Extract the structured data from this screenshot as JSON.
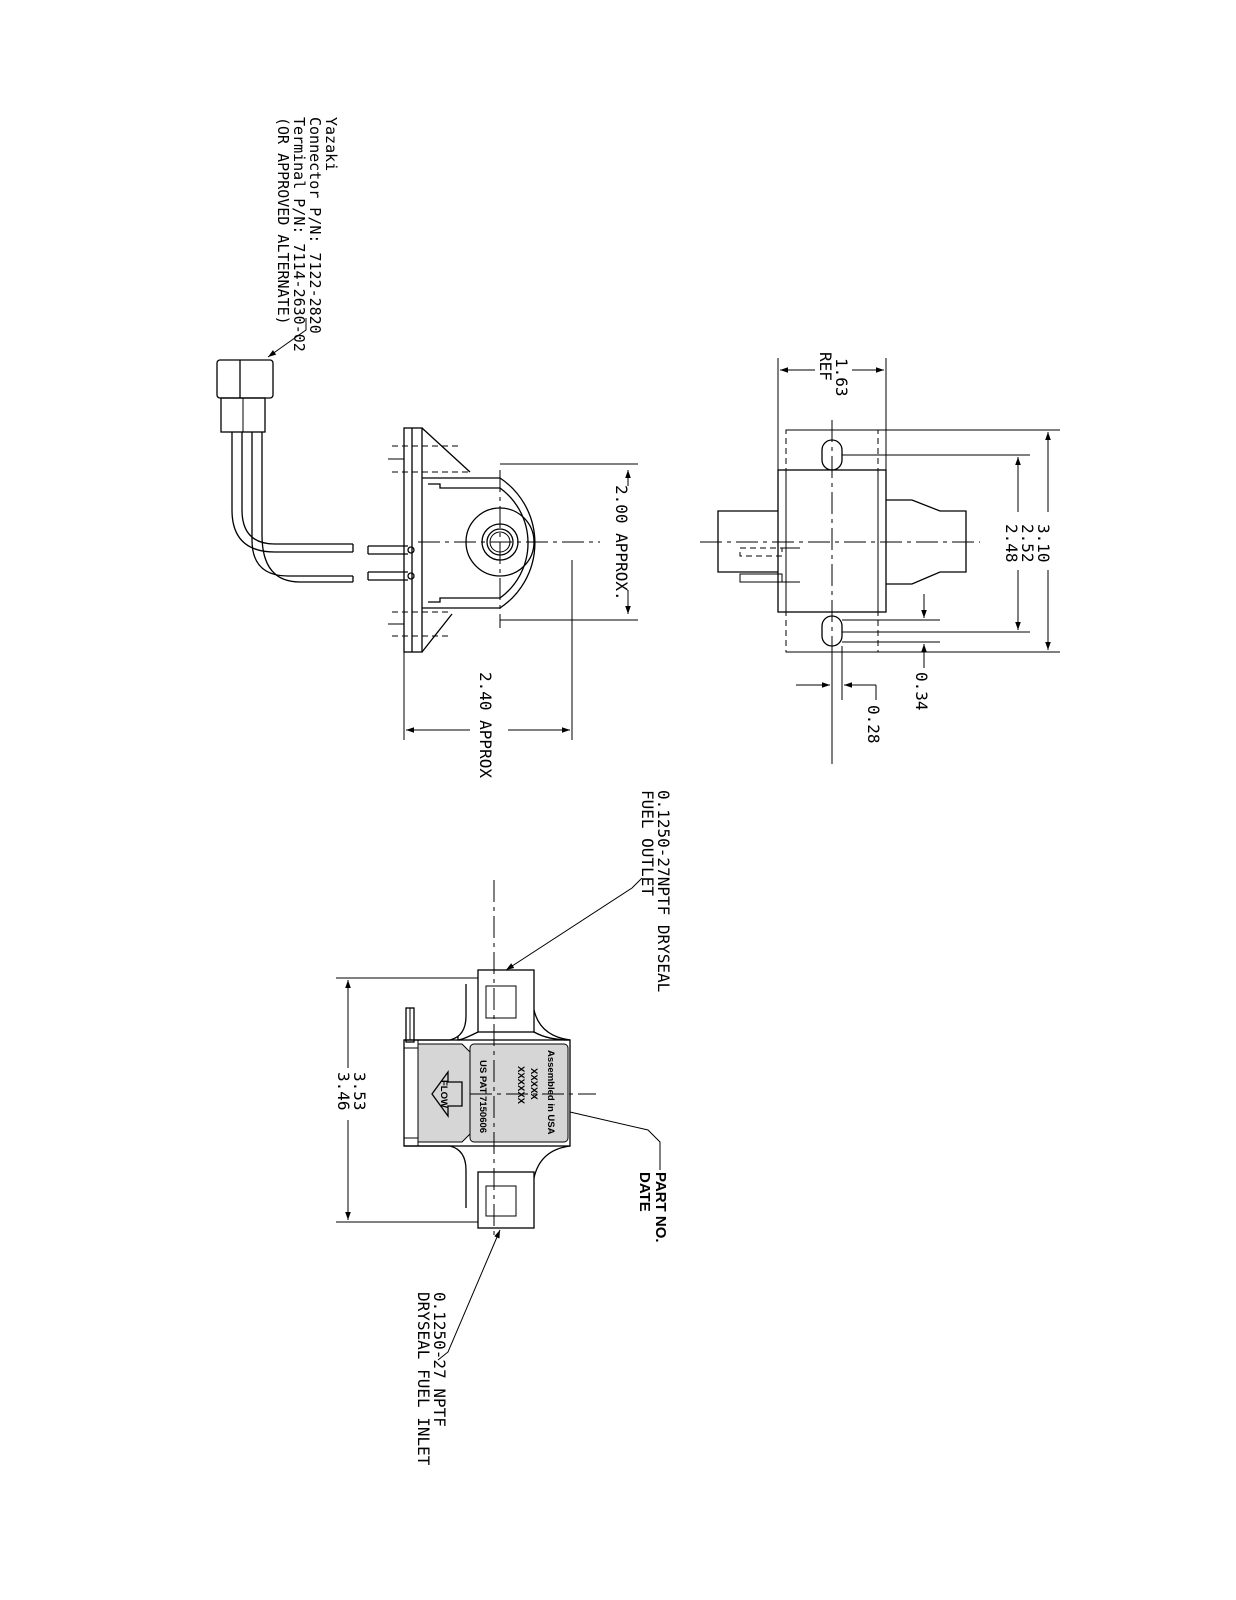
{
  "connector_note": {
    "line1": "Yazaki",
    "line2": "Connector P/N: 7122-2820",
    "line3": "Terminal P/N: 7114-2630-02",
    "line4": "(OR APPROVED ALTERNATE)"
  },
  "front_view": {
    "dim_diameter": "2.00 APPROX.",
    "dim_width": "2.40  APPROX"
  },
  "side_view": {
    "dim_ref_value": "1.63",
    "dim_ref_suffix": "REF",
    "dim_overall": "3.10",
    "dim_outer": "2.52",
    "dim_inner": "2.48",
    "dim_slot_pos": "0.34",
    "dim_slot_width": "0.28"
  },
  "bottom_view": {
    "outlet_line1": "0.1250-27NPTF  DRYSEAL",
    "outlet_line2": "FUEL  OUTLET",
    "inlet_line1": "0.1250-27  NPTF",
    "inlet_line2": "DRYSEAL  FUEL  INLET",
    "dim_length_max": "3.53",
    "dim_length_min": "3.46",
    "marking_line1": "PART NO.",
    "marking_line2": "DATE",
    "label_assembled": "Assembled in USA",
    "label_part": "XXXXX",
    "label_date": "XXXXXX",
    "label_patent": "US PAT 7150606",
    "flow_text": "FLOW"
  }
}
